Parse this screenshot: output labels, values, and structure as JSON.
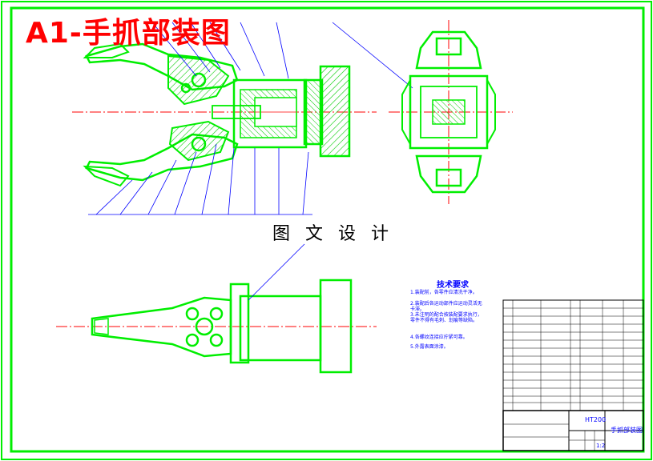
{
  "header": {
    "title": "A1-手抓部装图"
  },
  "watermark": {
    "text": "图 文 设 计"
  },
  "tech_requirements": {
    "title": "技术要求",
    "lines": [
      "1.装配前，各零件应清洗干净。",
      "2.装配后各运动部件应运动灵活无卡滞。",
      "3.未注明的配合按装配要求执行，零件不得有毛刺、划痕等缺陷。",
      "4.各螺纹连接应拧紧可靠。",
      "5.外露表面涂漆。"
    ]
  },
  "title_block": {
    "material": "HT200",
    "drawing_name": "手抓部装图",
    "scale": "1:2"
  },
  "colors": {
    "outline": "#00ee00",
    "centerline": "#ff0000",
    "leader": "#0000ff",
    "hatch": "#00cc00",
    "title": "#ff0000"
  }
}
